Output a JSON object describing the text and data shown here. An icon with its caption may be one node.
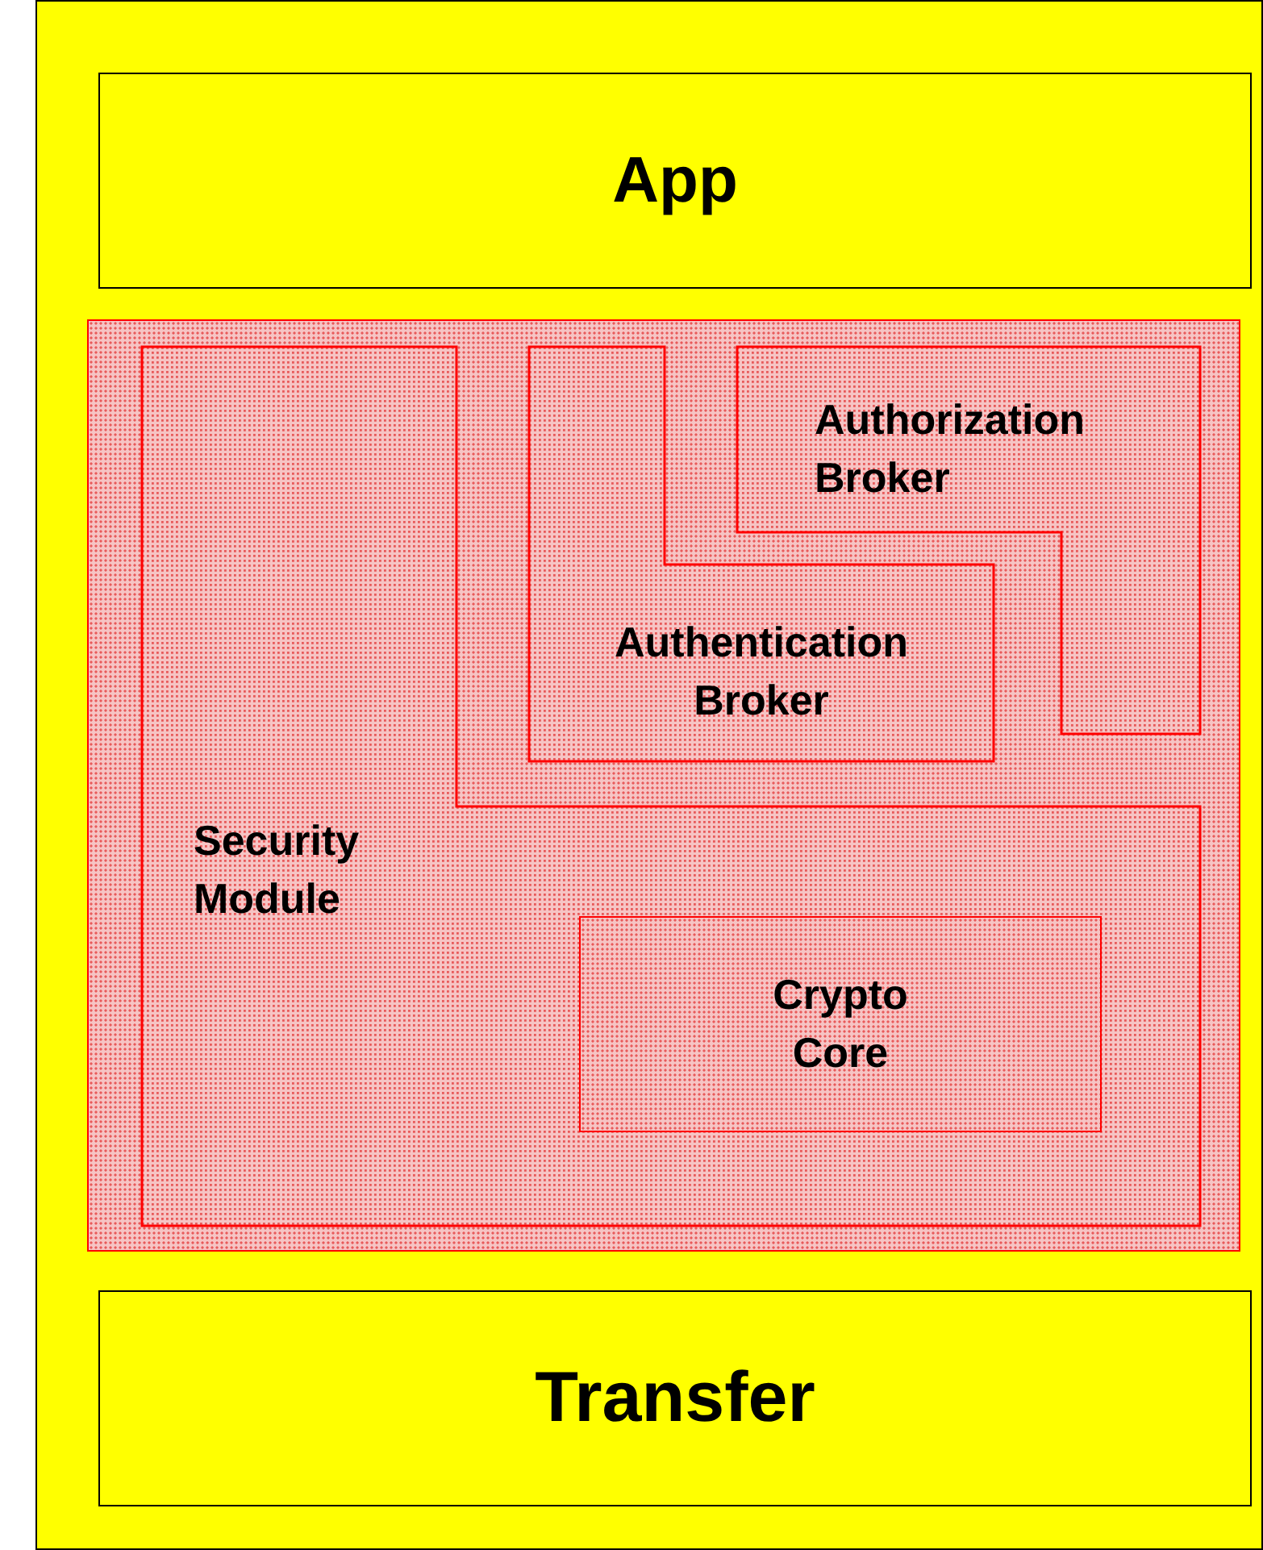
{
  "diagram": {
    "nodes": [
      {
        "text": [],
        "shape": "box"
      },
      {
        "text": [
          "App"
        ],
        "in": 0
      },
      {
        "text": [],
        "shape": "box",
        "in": 0
      },
      {
        "text": [
          "Security Module"
        ],
        "in": 2
      },
      {
        "text": [
          "Authentication Broker"
        ],
        "in": 2
      },
      {
        "text": [
          "Authorization Broker"
        ],
        "in": 2
      },
      {
        "text": [
          "Crypto Core"
        ],
        "in": 3
      },
      {
        "text": [
          "Transfer"
        ],
        "in": 0
      }
    ]
  }
}
